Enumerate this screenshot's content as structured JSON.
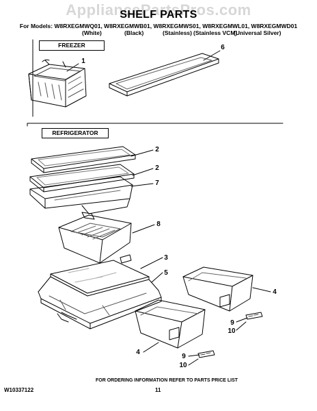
{
  "watermark": "AppliancePartsPros.com",
  "title": "SHELF PARTS",
  "models_line": "For Models: W8RXEGMWQ01, W8RXEGMWB01, W8RXEGMWS01, W8RXEGMWL01, W8RXEGMWD01",
  "colors": [
    "(White)",
    "(Black)",
    "(Stainless)",
    "(Stainless VCM)",
    "(Universal Silver)"
  ],
  "sections": {
    "freezer": "FREEZER",
    "refrigerator": "REFRIGERATOR"
  },
  "callouts": {
    "c1": "1",
    "c6": "6",
    "c2a": "2",
    "c2b": "2",
    "c7": "7",
    "c8": "8",
    "c3": "3",
    "c5": "5",
    "c4a": "4",
    "c9a": "9",
    "c10a": "10",
    "c4b": "4",
    "c9b": "9",
    "c10b": "10"
  },
  "footer": {
    "ordering": "FOR ORDERING INFORMATION REFER TO PARTS PRICE LIST",
    "doc_number": "W10337122",
    "page_number": "11"
  }
}
